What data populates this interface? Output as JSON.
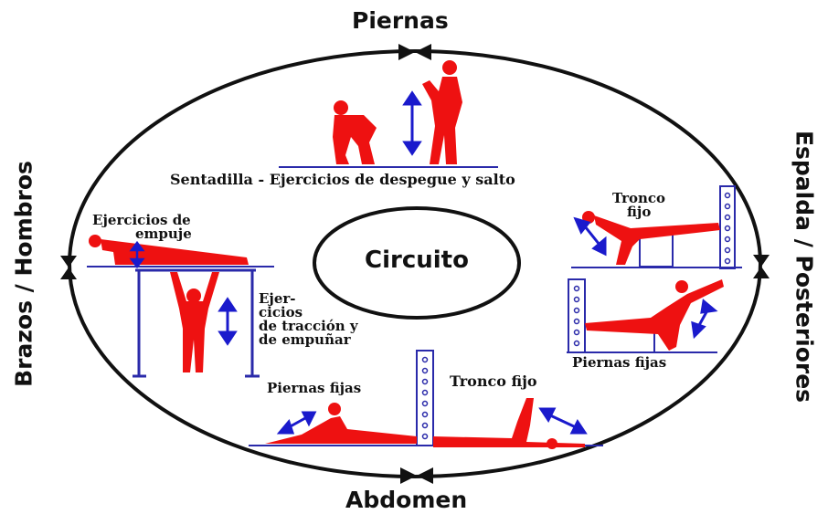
{
  "diagram": {
    "center": "Circuito",
    "sections": {
      "top": "Piernas",
      "bottom": "Abdomen",
      "left": "Brazos / Hombros",
      "right": "Espalda / Posteriores"
    },
    "exercises": {
      "squat": "Sentadilla - Ejercicios de despegue y salto",
      "push": [
        "Ejercicios de",
        "empuje"
      ],
      "pull": [
        "Ejer-",
        "cicios",
        "de tracción y",
        "de empuñar"
      ],
      "back_trunk": [
        "Tronco",
        "fijo"
      ],
      "back_legs": "Piernas fijas",
      "abs_legs": "Piernas fijas",
      "abs_trunk": "Tronco fijo"
    },
    "colors": {
      "figure": "#ee1111",
      "arrow": "#1a1acc",
      "line": "#111111",
      "ground": "#2a2aaa"
    }
  }
}
